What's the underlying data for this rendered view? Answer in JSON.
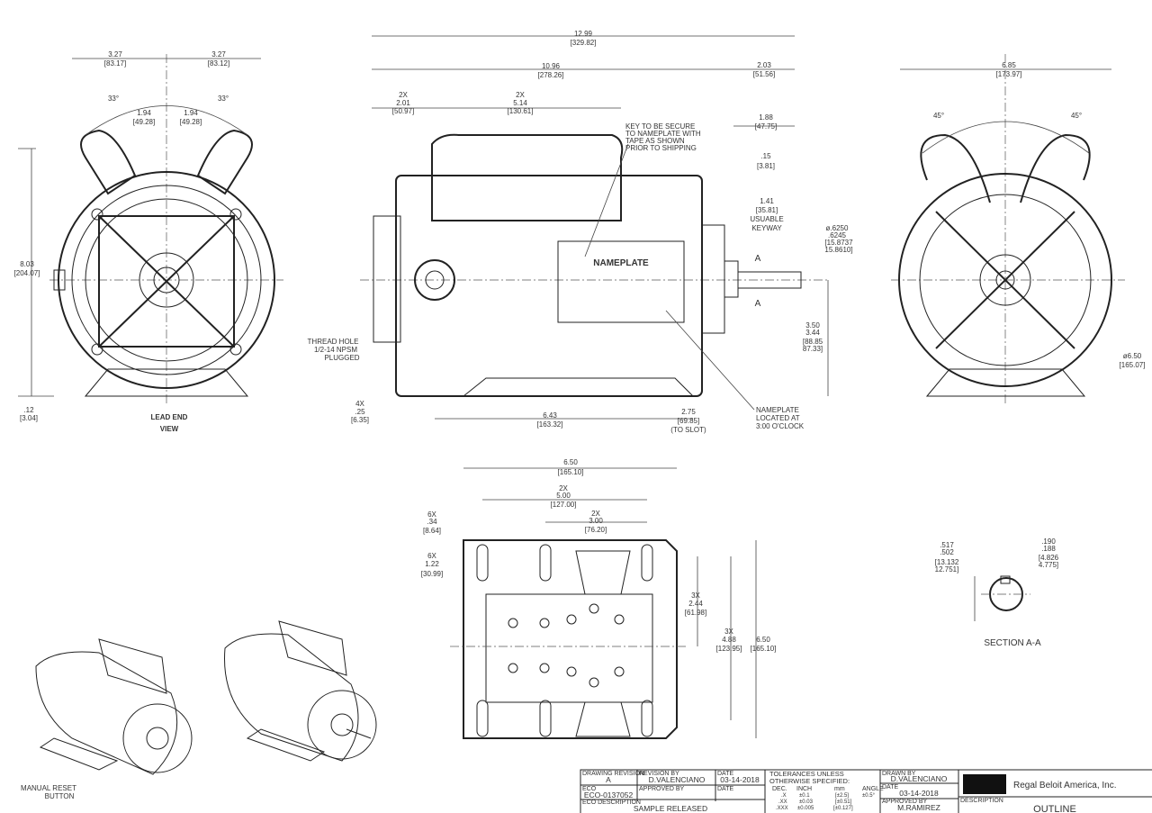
{
  "front_view": {
    "w1": "3.27",
    "w1mm": "[83.17]",
    "w2": "3.27",
    "w2mm": "[83.12]",
    "ang1": "33°",
    "ang2": "33°",
    "c1": "1.94",
    "c1mm": "[49.28]",
    "c2": "1.94",
    "c2mm": "[49.28]",
    "h": "8.03",
    "hmm": "[204.07]",
    "foot": ".12",
    "footmm": "[3.04]",
    "title1": "LEAD END",
    "title2": "VIEW"
  },
  "side_view": {
    "overall": "12.99",
    "overallmm": "[329.82]",
    "body": "10.96",
    "bodymm": "[278.26]",
    "shaft": "2.03",
    "shaftmm": "[51.56]",
    "cap_x": "2X",
    "cap": "2.01",
    "capmm": "[50.97]",
    "box_x": "2X",
    "box": "5.14",
    "boxmm": "[130.61]",
    "key_note": [
      "KEY TO BE SECURE",
      "TO NAMEPLATE WITH",
      "TAPE AS SHOWN",
      "PRIOR TO SHIPPING"
    ],
    "d188": "1.88",
    "d188mm": "[47.75]",
    "d15": ".15",
    "d15mm": "[3.81]",
    "key": "1.41",
    "keymm": "[35.81]",
    "key_l1": "USUABLE",
    "key_l2": "KEYWAY",
    "dia1": "ø.6250",
    "dia2": ".6245",
    "diamm1": "[15.8737",
    "diamm2": "15.8610]",
    "nameplate": "NAMEPLATE",
    "sec_a1": "A",
    "sec_a2": "A",
    "thread": [
      "THREAD HOLE",
      "1/2-14 NPSM",
      "PLUGGED"
    ],
    "ht1": "3.50",
    "ht2": "3.44",
    "htmm1": "[88.85",
    "htmm2": "87.33]",
    "hole_x": "4X",
    "hole": ".25",
    "holemm": "[6.35]",
    "base": "6.43",
    "basemm": "[163.32]",
    "slot": "2.75",
    "slotmm": "[69.85]",
    "slot_note": "(TO SLOT)",
    "np_note": [
      "NAMEPLATE",
      "LOCATED AT",
      "3:00 O'CLOCK"
    ]
  },
  "end_view": {
    "w": "6.85",
    "wmm": "[173.97]",
    "ang1": "45°",
    "ang2": "45°",
    "dia": "ø6.50",
    "diamm": "[165.07]"
  },
  "base_view": {
    "w": "6.50",
    "wmm": "[165.10]",
    "a_x": "2X",
    "a": "5.00",
    "amm": "[127.00]",
    "b_x": "2X",
    "b": "3.00",
    "bmm": "[76.20]",
    "s_x": "6X",
    "s": ".34",
    "smm": "[8.64]",
    "t_x": "6X",
    "t": "1.22",
    "tmm": "[30.99]",
    "u_x": "3X",
    "u": "2.44",
    "umm": "[61.98]",
    "v_x": "3X",
    "v": "4.88",
    "vmm": "[123.95]",
    "h": "6.50",
    "hmm": "[165.10]"
  },
  "section": {
    "a1": ".517",
    "a2": ".502",
    "amm1": "[13.132",
    "amm2": "12.751]",
    "b1": ".190",
    "b2": ".188",
    "bmm1": "[4.826",
    "bmm2": "4.775]",
    "title": "SECTION A-A"
  },
  "iso": {
    "reset1": "MANUAL RESET",
    "reset2": "BUTTON"
  },
  "title_block": {
    "rev_label": "DRAWING REVISION",
    "rev": "A",
    "rev_by_label": "REVISION BY",
    "rev_by": "D.VALENCIANO",
    "date_label": "DATE",
    "date": "03-14-2018",
    "eco_label": "ECO",
    "eco": "ECO-0137052",
    "approved_label": "APPROVED BY",
    "date2_label": "DATE",
    "eco_desc_label": "ECO DESCRIPTION",
    "eco_desc": "SAMPLE RELEASED",
    "tol1": "TOLERANCES UNLESS",
    "tol2": "OTHERWISE SPECIFIED:",
    "tol_hdr": [
      "DEC.",
      "INCH",
      "mm",
      "ANGLE"
    ],
    "tol_rows": [
      [
        ".X",
        "±0.1",
        "[±2.5]",
        "±0.5°"
      ],
      [
        ".XX",
        "±0.03",
        "[±0.51]",
        ""
      ],
      [
        ".XXX",
        "±0.005",
        "[±0.127]",
        ""
      ]
    ],
    "drawn_label": "DRAWN BY",
    "drawn": "D.VALENCIANO",
    "date3_label": "DATE",
    "date3": "03-14-2018",
    "appr_label": "APPROVED BY",
    "appr": "M.RAMIREZ",
    "company": "Regal Beloit America, Inc.",
    "desc_label": "DESCRIPTION",
    "desc": "OUTLINE"
  }
}
